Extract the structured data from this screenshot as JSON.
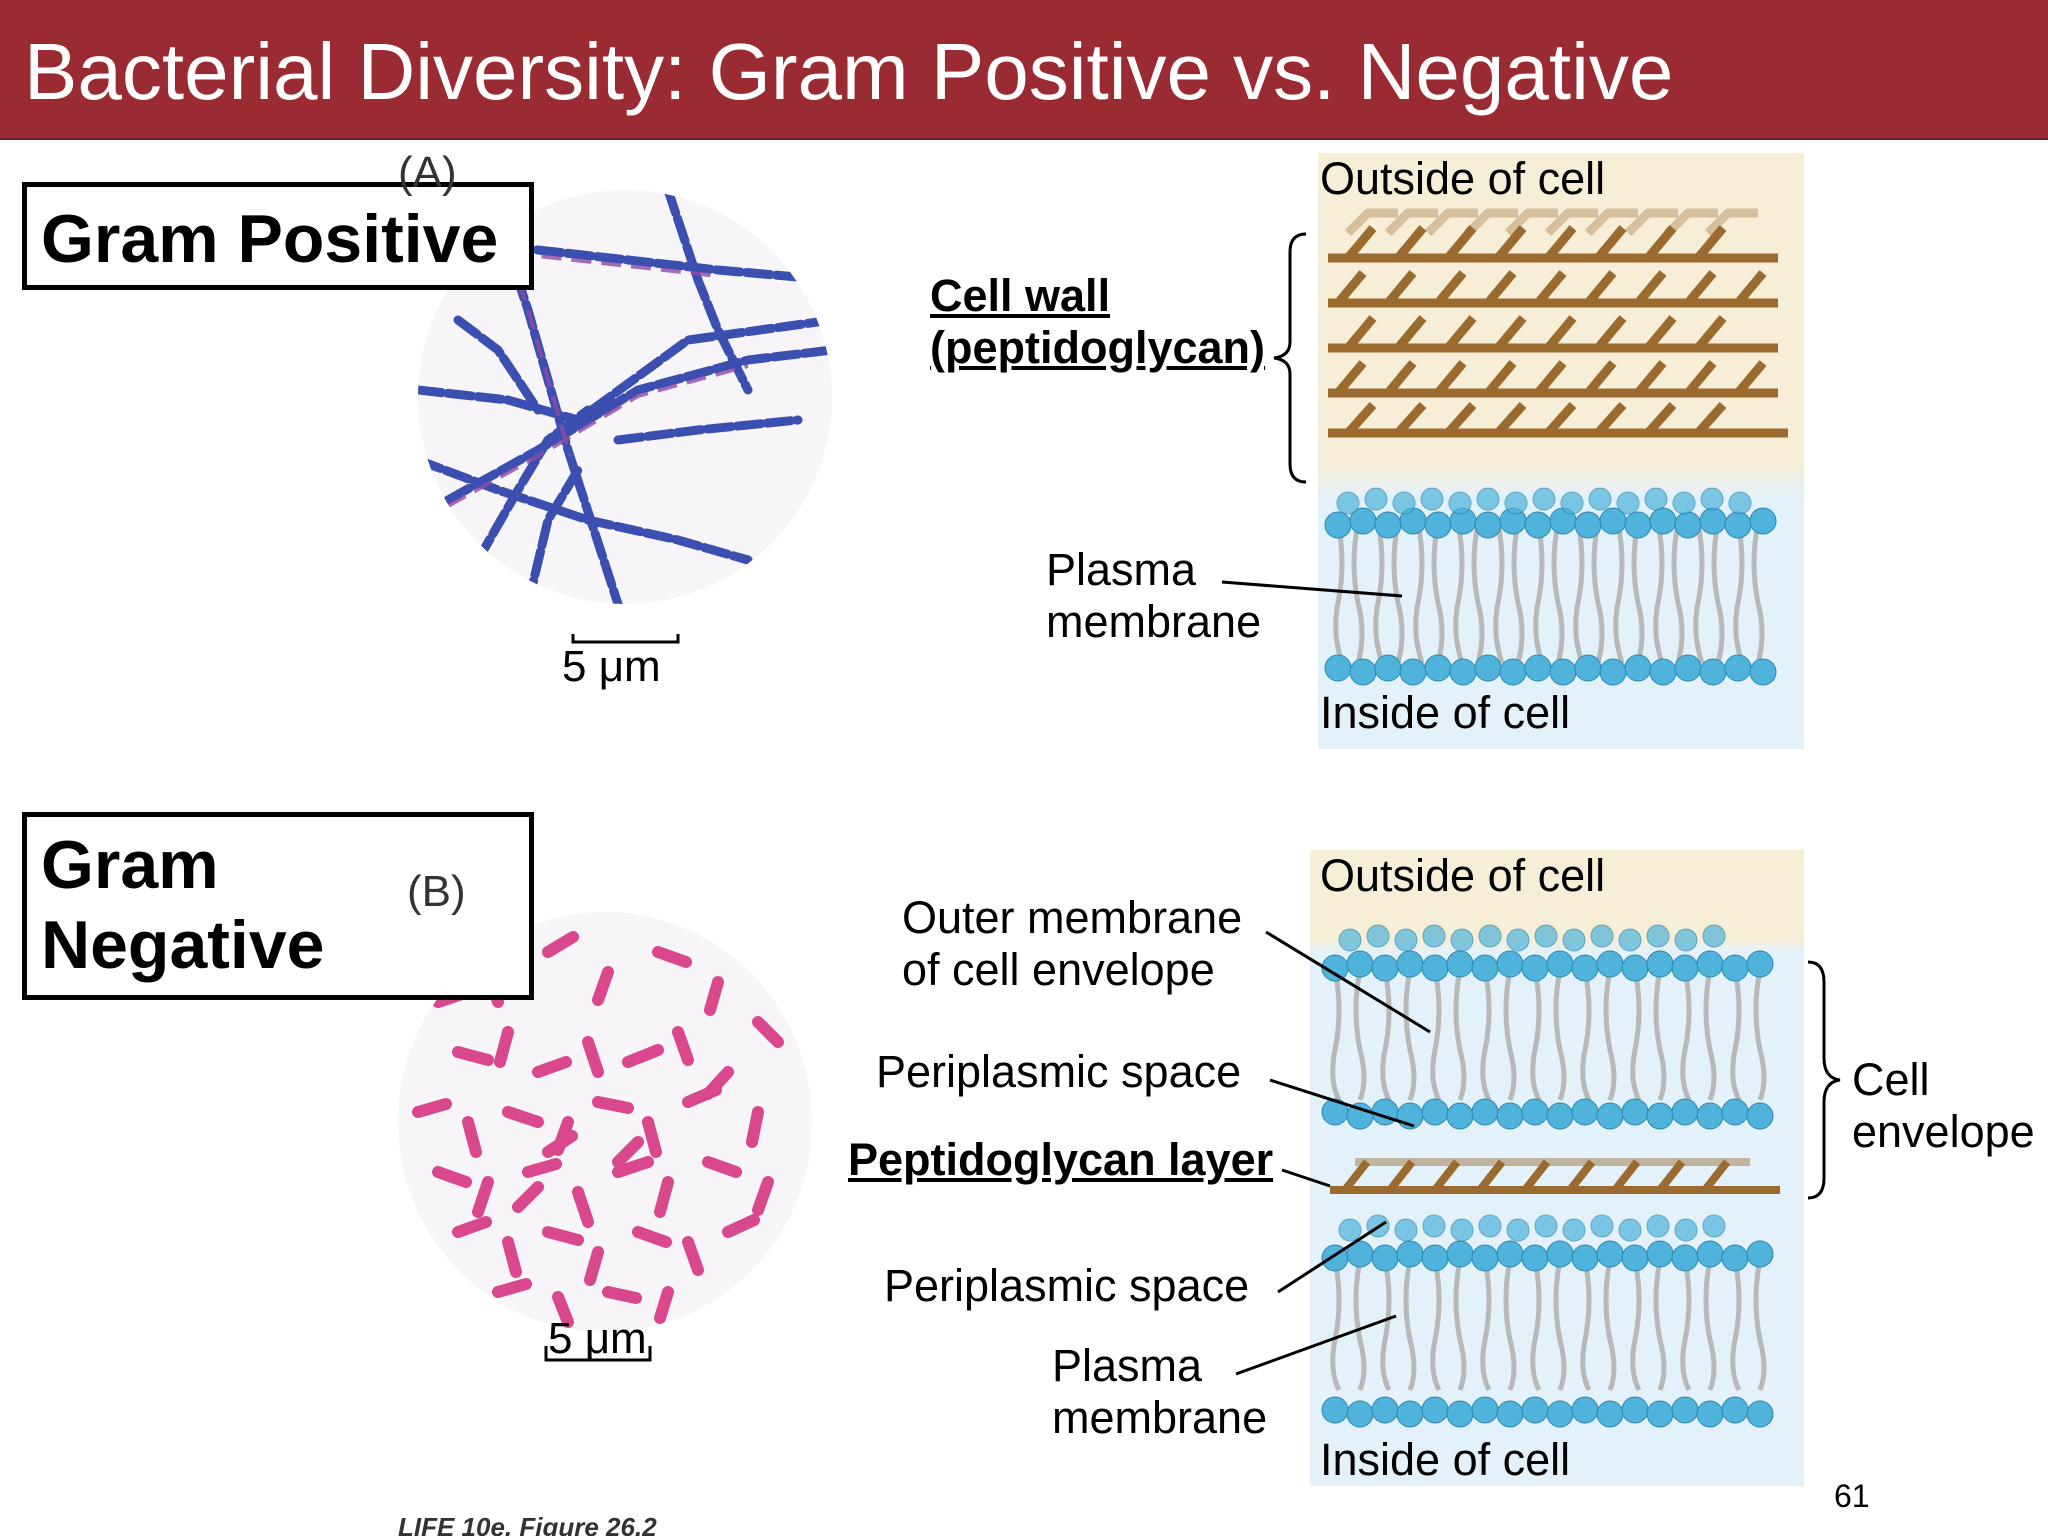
{
  "title": "Bacterial Diversity: Gram Positive vs. Negative",
  "panel_a": {
    "box_label": "Gram Positive",
    "letter": "(A)",
    "scale_bar": "5 μm",
    "outside_label": "Outside of cell",
    "inside_label": "Inside of cell",
    "cell_wall_label_line1": "Cell wall",
    "cell_wall_label_line2": "(peptidoglycan)",
    "plasma_label_line1": "Plasma",
    "plasma_label_line2": "membrane"
  },
  "panel_b": {
    "box_label_line1": "Gram",
    "box_label_line2": "Negative",
    "letter": "(B)",
    "scale_bar": "5 μm",
    "outside_label": "Outside of cell",
    "inside_label": "Inside of cell",
    "outer_membrane_line1": "Outer membrane",
    "outer_membrane_line2": "of cell envelope",
    "periplasmic_1": "Periplasmic space",
    "peptidoglycan_layer": "Peptidoglycan layer",
    "periplasmic_2": "Periplasmic space",
    "plasma_label_line1": "Plasma",
    "plasma_label_line2": "membrane",
    "envelope_line1": "Cell",
    "envelope_line2": "envelope"
  },
  "page_number": "61",
  "figure_credit": "LIFE 10e, Figure 26.2",
  "colors": {
    "title_bar": "#9b2b32",
    "gram_positive_stain": "#3a4fb0",
    "gram_negative_stain": "#d9478c",
    "peptidoglycan": "#9a6a2e",
    "lipid_head": "#4fb3dc",
    "lipid_tail": "#b8b8b8"
  }
}
